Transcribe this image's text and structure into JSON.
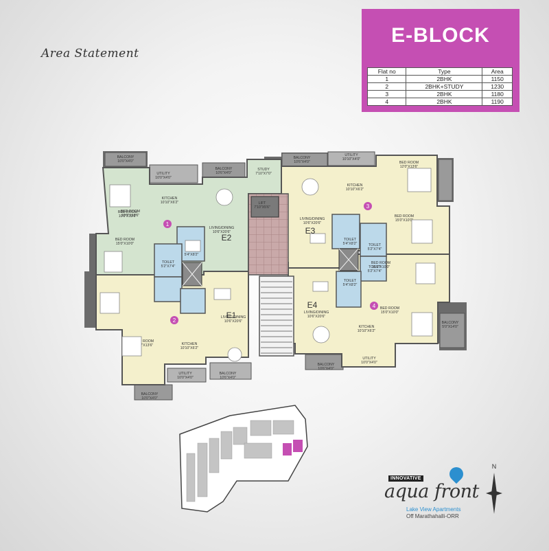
{
  "heading": "Area Statement",
  "block": {
    "name": "E-BLOCK",
    "table": {
      "headers": [
        "Flat no",
        "Type",
        "Area"
      ],
      "rows": [
        [
          "1",
          "2BHK",
          "1150"
        ],
        [
          "2",
          "2BHK+STUDY",
          "1230"
        ],
        [
          "3",
          "2BHK",
          "1180"
        ],
        [
          "4",
          "2BHK",
          "1190"
        ]
      ]
    }
  },
  "units": [
    {
      "num": "1",
      "code": "E1",
      "color": "#f4f0cc"
    },
    {
      "num": "2",
      "code": "E2",
      "color": "#d4e4cf"
    },
    {
      "num": "3",
      "code": "E3",
      "color": "#f4f0cc"
    },
    {
      "num": "4",
      "code": "E4",
      "color": "#f4f0cc"
    }
  ],
  "rooms": [
    {
      "name": "BALCONY",
      "size": "10'0\"X4'0\""
    },
    {
      "name": "UTILITY",
      "size": "10'0\"X4'0\""
    },
    {
      "name": "BALCONY",
      "size": "10'6\"X4'0\""
    },
    {
      "name": "STUDY",
      "size": "7'10\"X7'0\""
    },
    {
      "name": "KITCHEN",
      "size": "10'10\"X6'2\""
    },
    {
      "name": "BED ROOM",
      "size": "10'0\"X13'6\""
    },
    {
      "name": "LIVING/DINING",
      "size": "10'6\"X20'6\""
    },
    {
      "name": "BED ROOM",
      "size": "15'0\"X10'0\""
    },
    {
      "name": "TOILET",
      "size": "5'4\"X8'2\""
    },
    {
      "name": "TOILET",
      "size": "5'2\"X7'4\""
    },
    {
      "name": "LIFT",
      "size": "7'10\"X5'6\""
    },
    {
      "name": "BALCONY",
      "size": "10'6\"X4'0\""
    },
    {
      "name": "UTILITY",
      "size": "10'10\"X4'0\""
    },
    {
      "name": "BED ROOM",
      "size": "12'0\"X13'6\""
    },
    {
      "name": "KITCHEN",
      "size": "10'10\"X6'2\""
    },
    {
      "name": "LIVING/DINING",
      "size": "10'6\"X20'6\""
    },
    {
      "name": "BED ROOM",
      "size": "15'0\"X10'0\""
    },
    {
      "name": "TOILET",
      "size": "5'4\"X8'2\""
    },
    {
      "name": "TOILET",
      "size": "5'2\"X7'4\""
    },
    {
      "name": "BED ROOM",
      "size": "15'0\"X10'0\""
    },
    {
      "name": "TOILET",
      "size": "5'2\"X7'4\""
    },
    {
      "name": "TOILET",
      "size": "5'4\"X8'2\""
    },
    {
      "name": "BED ROOM",
      "size": "15'0\"X10'0\""
    },
    {
      "name": "LIVING/DINING",
      "size": "10'6\"X20'6\""
    },
    {
      "name": "BED ROOM",
      "size": "10'0\"X13'6\""
    },
    {
      "name": "KITCHEN",
      "size": "10'10\"X6'2\""
    },
    {
      "name": "UTILITY",
      "size": "10'0\"X4'0\""
    },
    {
      "name": "BALCONY",
      "size": "10'6\"X4'0\""
    },
    {
      "name": "BALCONY",
      "size": "10'0\"X4'0\""
    },
    {
      "name": "LIVING/DINING",
      "size": "10'6\"X20'6\""
    },
    {
      "name": "BED ROOM",
      "size": "10'0\"X13'6\""
    },
    {
      "name": "KITCHEN",
      "size": "10'10\"X6'2\""
    },
    {
      "name": "BALCONY",
      "size": "10'6\"X4'0\""
    },
    {
      "name": "UTILITY",
      "size": "10'0\"X4'0\""
    },
    {
      "name": "BALCONY",
      "size": "5'0\"X14'0\""
    }
  ],
  "brand": {
    "maker": "INNOVATIVE",
    "name": "aqua front",
    "tagline": "Lake View Apartments",
    "location": "Off Marathahalli-ORR"
  },
  "compass": "N",
  "colors": {
    "accent": "#c54fb3",
    "brand_blue": "#2c8fcf",
    "wall": "#555555",
    "green": "#d4e4cf",
    "cream": "#f4f0cc"
  }
}
